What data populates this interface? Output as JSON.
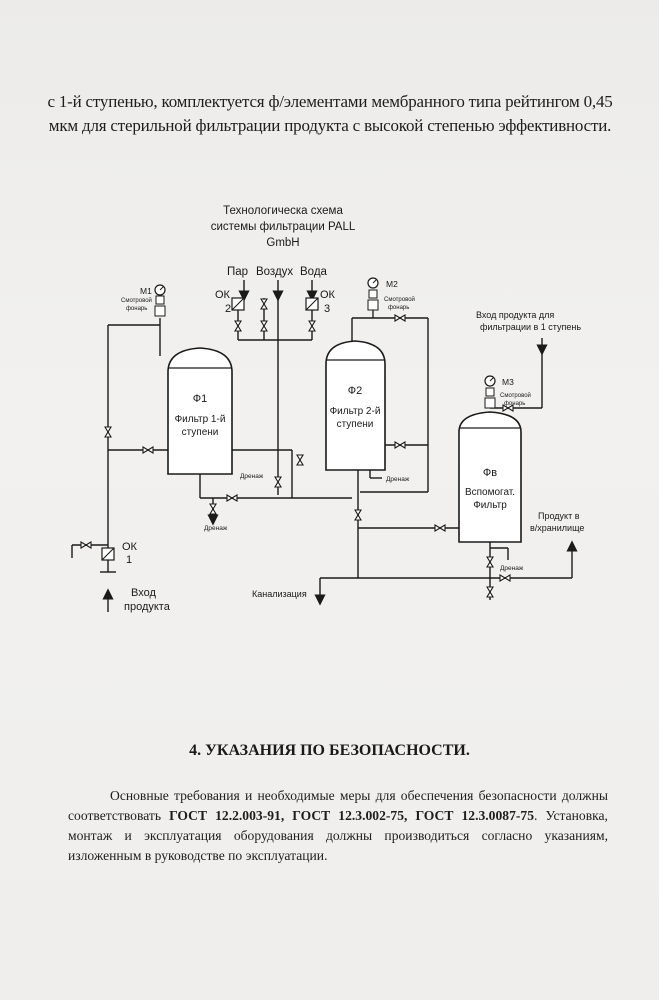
{
  "intro": {
    "line1": "с 1-й ступенью, комплектуется ф/элементами мембранного типа рейтингом 0,45",
    "line2": "мкм для стерильной фильтрации продукта с высокой степенью эффективности."
  },
  "diagram": {
    "title_line1": "Технологическа схема",
    "title_line2": "системы фильтрации PALL",
    "title_line3": "GmbH",
    "inlets": {
      "steam": "Пар",
      "air": "Воздух",
      "water": "Вода"
    },
    "check_valves": {
      "ok_label": "ОК",
      "ok1_num": "1",
      "ok2_num": "2",
      "ok3_num": "3"
    },
    "gauges": {
      "m1": "М1",
      "m2": "М2",
      "m3": "М3",
      "sight_glass_line1": "Смотровой",
      "sight_glass_line2": "фонарь"
    },
    "filter1": {
      "code": "Ф1",
      "name_line1": "Фильтр 1-й",
      "name_line2": "ступени"
    },
    "filter2": {
      "code": "Ф2",
      "name_line1": "Фильтр 2-й",
      "name_line2": "ступени"
    },
    "filter_aux": {
      "code": "Фв",
      "name_line1": "Вспомогат.",
      "name_line2": "Фильтр"
    },
    "drain": "Дренаж",
    "sewer": "Канализация",
    "product_inlet": {
      "line1": "Вход",
      "line2": "продукта"
    },
    "stage1_inlet": {
      "line1": "Вход продукта для",
      "line2": "фильтрации в 1 ступень"
    },
    "product_out": {
      "line1": "Продукт в",
      "line2": "в/хранилище"
    }
  },
  "section": {
    "title": "4. УКАЗАНИЯ ПО БЕЗОПАСНОСТИ.",
    "para_start": "Основные требования и необходимые меры для обеспечения безопасности должны соответствовать ",
    "gost1": "ГОСТ 12.2.003-91,",
    "gost2": "ГОСТ 12.3.002-75,",
    "gost3": "ГОСТ 12.3.0087-75",
    "para_end": ". Установка, монтаж и эксплуатация оборудования должны производиться согласно указаниям, изложенным в руководстве по эксплуатации."
  }
}
